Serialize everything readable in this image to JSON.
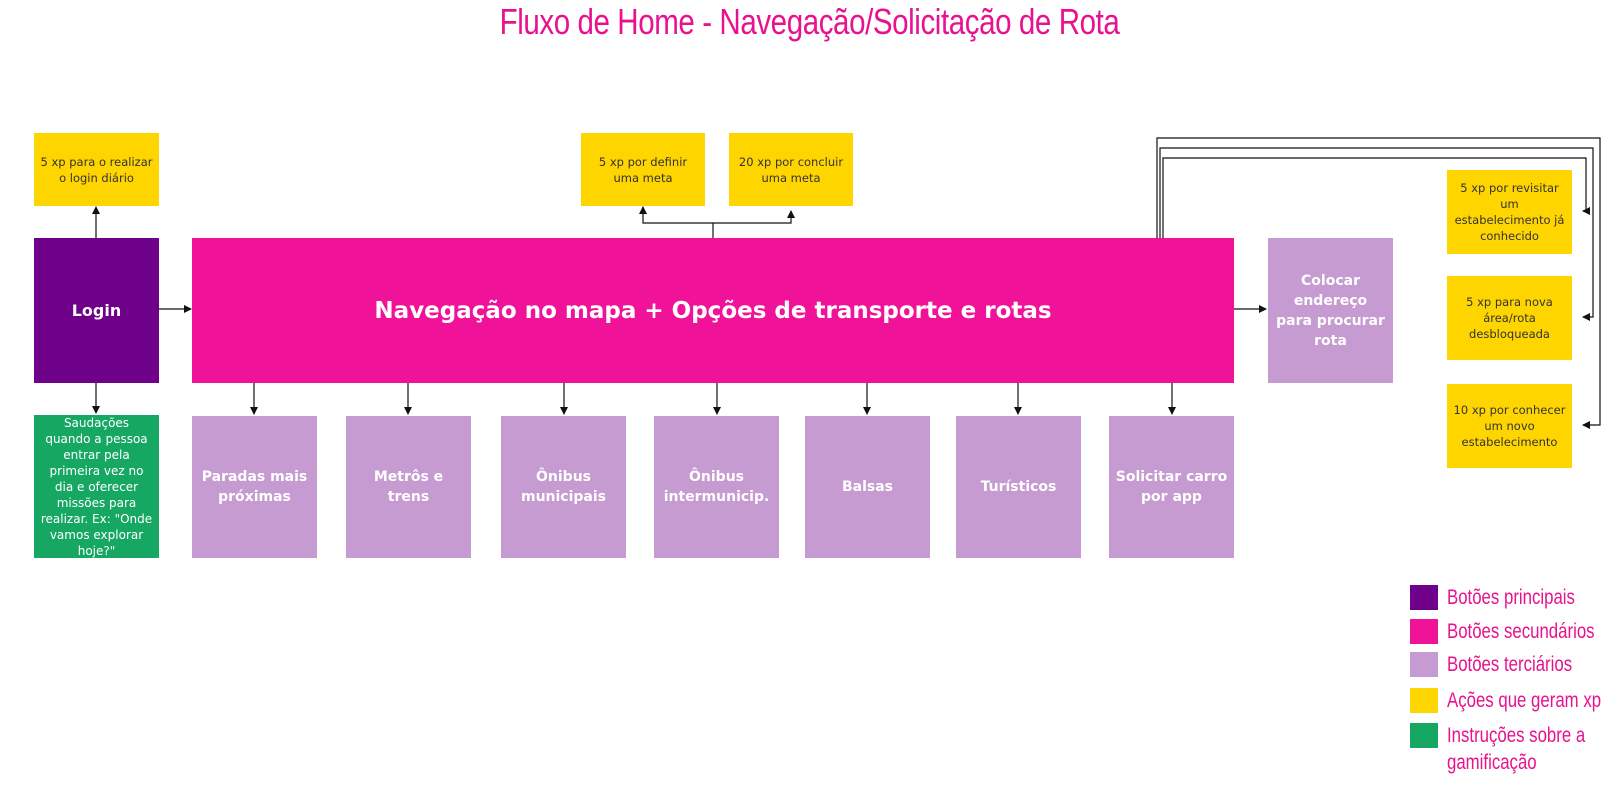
{
  "title": "Fluxo de Home - Navegação/Solicitação de Rota",
  "nodes": {
    "login": "Login",
    "main": "Navegação no mapa + Opções de transporte e rotas",
    "address": "Colocar endereço para procurar rota",
    "greeting": "Saudações quando a pessoa entrar pela primeira vez no dia e oferecer missões para realizar. Ex: \"Onde vamos explorar hoje?\"",
    "xp_login": "5 xp para o realizar o login diário",
    "xp_define_goal": "5 xp por definir uma meta",
    "xp_complete_goal": "20 xp por concluir uma meta",
    "xp_revisit": "5 xp por revisitar um estabelecimento já conhecido",
    "xp_new_area": "5 xp para nova área/rota desbloqueada",
    "xp_new_place": "10 xp por conhecer um novo estabelecimento",
    "options": [
      "Paradas mais próximas",
      "Metrôs e trens",
      "Ônibus municipais",
      "Ônibus intermunicip.",
      "Balsas",
      "Turísticos",
      "Solicitar carro por app"
    ]
  },
  "legend": [
    {
      "label": "Botões principais",
      "color": "#6f008a"
    },
    {
      "label": "Botões secundários",
      "color": "#f0139a"
    },
    {
      "label": "Botões terciários",
      "color": "#c59bd1"
    },
    {
      "label": "Ações que geram xp",
      "color": "#ffd500"
    },
    {
      "label": "Instruções sobre a gamificação",
      "color": "#16a863"
    }
  ]
}
